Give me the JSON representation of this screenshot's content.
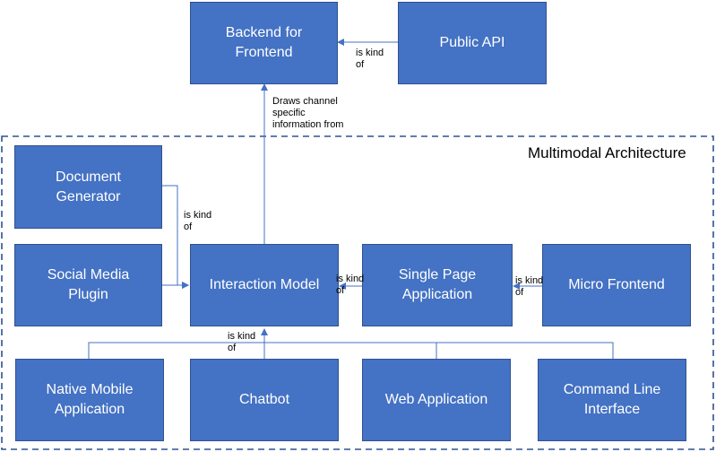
{
  "frame": {
    "title": "Multimodal Architecture"
  },
  "boxes": {
    "bff": "Backend for\nFrontend",
    "public_api": "Public API",
    "document_generator": "Document\nGenerator",
    "social_media_plugin": "Social Media\nPlugin",
    "interaction_model": "Interaction Model",
    "single_page_application": "Single Page\nApplication",
    "micro_frontend": "Micro Frontend",
    "native_mobile_application": "Native Mobile\nApplication",
    "chatbot": "Chatbot",
    "web_application": "Web Application",
    "command_line_interface": "Command Line\nInterface"
  },
  "labels": {
    "public_api_to_bff": "is kind\nof",
    "interaction_to_bff": "Draws channel\nspecific\ninformation from",
    "docgen_to_interaction": "is kind\nof",
    "spa_to_interaction": "is kind\nof",
    "micro_to_spa": "is kind\nof",
    "bottom_to_interaction": "is kind\nof"
  },
  "colors": {
    "box_fill": "#4472c4",
    "box_border": "#2f528f",
    "connector": "#4472c4",
    "frame_dash": "#2f528f"
  }
}
